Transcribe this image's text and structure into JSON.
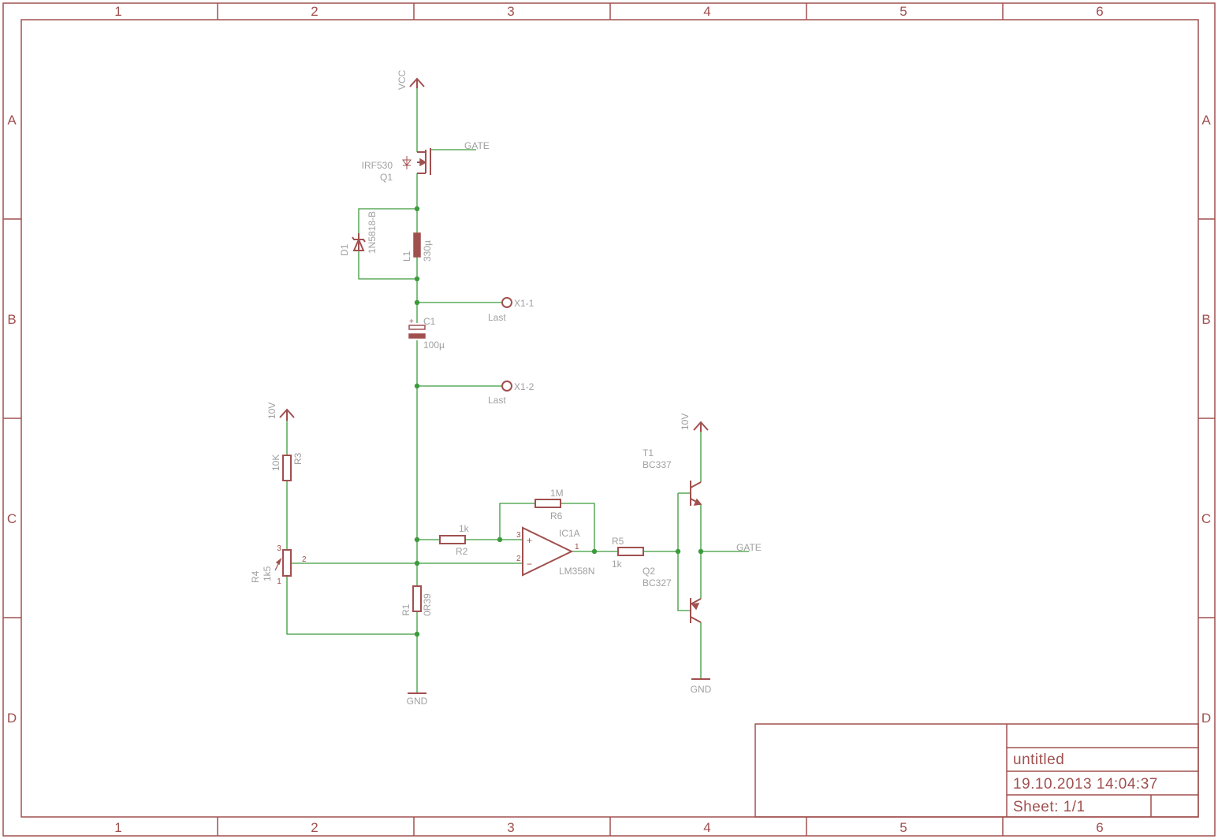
{
  "frame": {
    "columns": [
      "1",
      "2",
      "3",
      "4",
      "5",
      "6"
    ],
    "rows": [
      "A",
      "B",
      "C",
      "D"
    ]
  },
  "title_block": {
    "name": "untitled",
    "datetime": "19.10.2013 14:04:37",
    "sheet": "Sheet: 1/1"
  },
  "supplies": {
    "vcc": "VCC",
    "v10_left": "10V",
    "v10_right": "10V",
    "gnd_left": "GND",
    "gnd_right": "GND"
  },
  "components": {
    "q1": {
      "name": "Q1",
      "value": "IRF530"
    },
    "d1": {
      "name": "D1",
      "value": "1N5818-B"
    },
    "l1": {
      "name": "L1",
      "value": "330µ"
    },
    "c1": {
      "name": "C1",
      "value": "100µ"
    },
    "r1": {
      "name": "R1",
      "value": "0R39"
    },
    "r2": {
      "name": "R2",
      "value": "1k"
    },
    "r3": {
      "name": "R3",
      "value": "10K"
    },
    "r4": {
      "name": "R4",
      "value": "1k5"
    },
    "r5": {
      "name": "R5",
      "value": "1k"
    },
    "r6": {
      "name": "R6",
      "value": "1M"
    },
    "ic1": {
      "name": "IC1A",
      "value": "LM358N"
    },
    "t1": {
      "name": "T1",
      "value": "BC337"
    },
    "q2": {
      "name": "Q2",
      "value": "BC327"
    }
  },
  "connectors": {
    "x1_1": {
      "name": "X1-1",
      "label": "Last"
    },
    "x1_2": {
      "name": "X1-2",
      "label": "Last"
    }
  },
  "nets": {
    "gate_top": "GATE",
    "gate_right": "GATE"
  },
  "pins": {
    "r4_p1": "1",
    "r4_p2": "2",
    "r4_p3": "3",
    "ic_plus": "+",
    "ic_minus": "−",
    "ic_p3": "3",
    "ic_p2": "2",
    "ic_p1": "1"
  },
  "colors": {
    "frame": "#a0504f",
    "wire": "#3c9b3c",
    "label": "#a0a0a0",
    "background": "#ffffff"
  }
}
